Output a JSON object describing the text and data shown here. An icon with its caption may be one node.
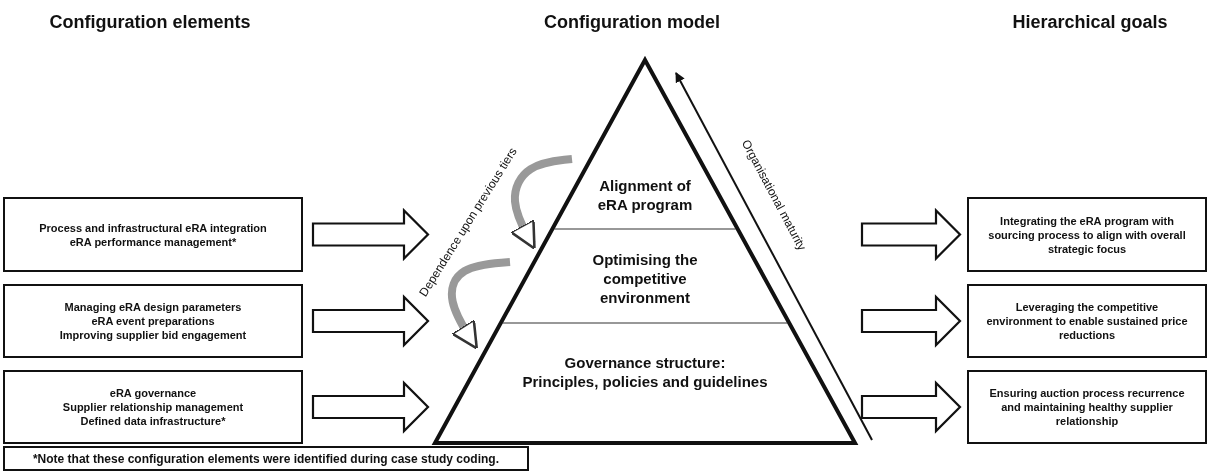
{
  "diagram": {
    "nodes": [
      {
        "text": [
          "Process and infrastructural eRA integration",
          "eRA performance management*"
        ]
      },
      {
        "text": [
          "Managing eRA design parameters",
          "eRA event preparations",
          "Improving supplier bid engagement"
        ]
      },
      {
        "text": [
          "eRA governance",
          "Supplier relationship management",
          "Defined data infrastructure*"
        ]
      },
      {
        "text": [],
        "shape": "triangle"
      },
      {
        "text": [
          "Alignment of eRA program"
        ],
        "in": 3
      },
      {
        "text": [
          "Optimising the competitive environment"
        ],
        "in": 3
      },
      {
        "text": [
          "Governance structure:",
          "Principles, policies and guidelines"
        ],
        "in": 3
      },
      {
        "text": [
          "Integrating the eRA program with sourcing process to align with overall strategic focus"
        ]
      },
      {
        "text": [
          "Leveraging the competitive environment to enable sustained price reductions"
        ]
      },
      {
        "text": [
          "Ensuring auction process recurrence and maintaining healthy supplier relationship"
        ]
      },
      {
        "text": [
          "*Note that these configuration elements were identified during case study coding."
        ]
      }
    ],
    "edges": [
      {
        "from": 0,
        "to": 3,
        "arrow": "to"
      },
      {
        "from": 1,
        "to": 3,
        "arrow": "to"
      },
      {
        "from": 2,
        "to": 3,
        "arrow": "to"
      },
      {
        "from": 3,
        "to": 7,
        "arrow": "to"
      },
      {
        "from": 3,
        "to": 8,
        "arrow": "to"
      },
      {
        "from": 3,
        "to": 9,
        "arrow": "to"
      },
      {
        "from": 4,
        "to": 5,
        "arrow": "to"
      },
      {
        "from": 5,
        "to": 6,
        "arrow": "to"
      }
    ],
    "labels": [
      "Configuration elements",
      "Configuration model",
      "Hierarchical goals",
      "Dependence upon previous tiers",
      "Organisational maturity"
    ]
  }
}
